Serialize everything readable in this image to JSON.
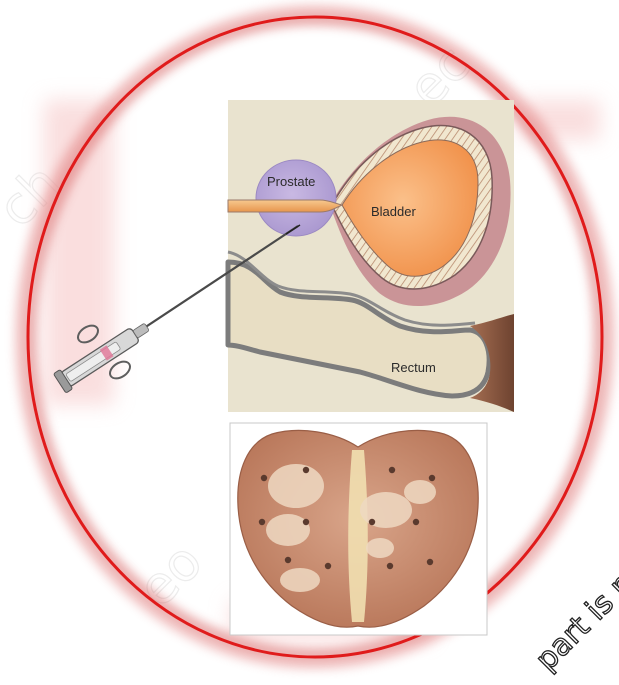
{
  "labels": {
    "prostate": "Prostate",
    "bladder": "Bladder",
    "rectum": "Rectum"
  },
  "watermark": {
    "corner_text": "part is n"
  },
  "colors": {
    "frame_red": "#e01b1b",
    "panel_bg": "#e9e3cf",
    "prostate": "#b8a6d6",
    "bladder_inner": "#f6a45f",
    "bladder_wall": "#c58a92",
    "rectum_fill": "#e7dcc0",
    "rectum_tissue": "#8a5a44",
    "specimen_skin": "#c98f74"
  }
}
